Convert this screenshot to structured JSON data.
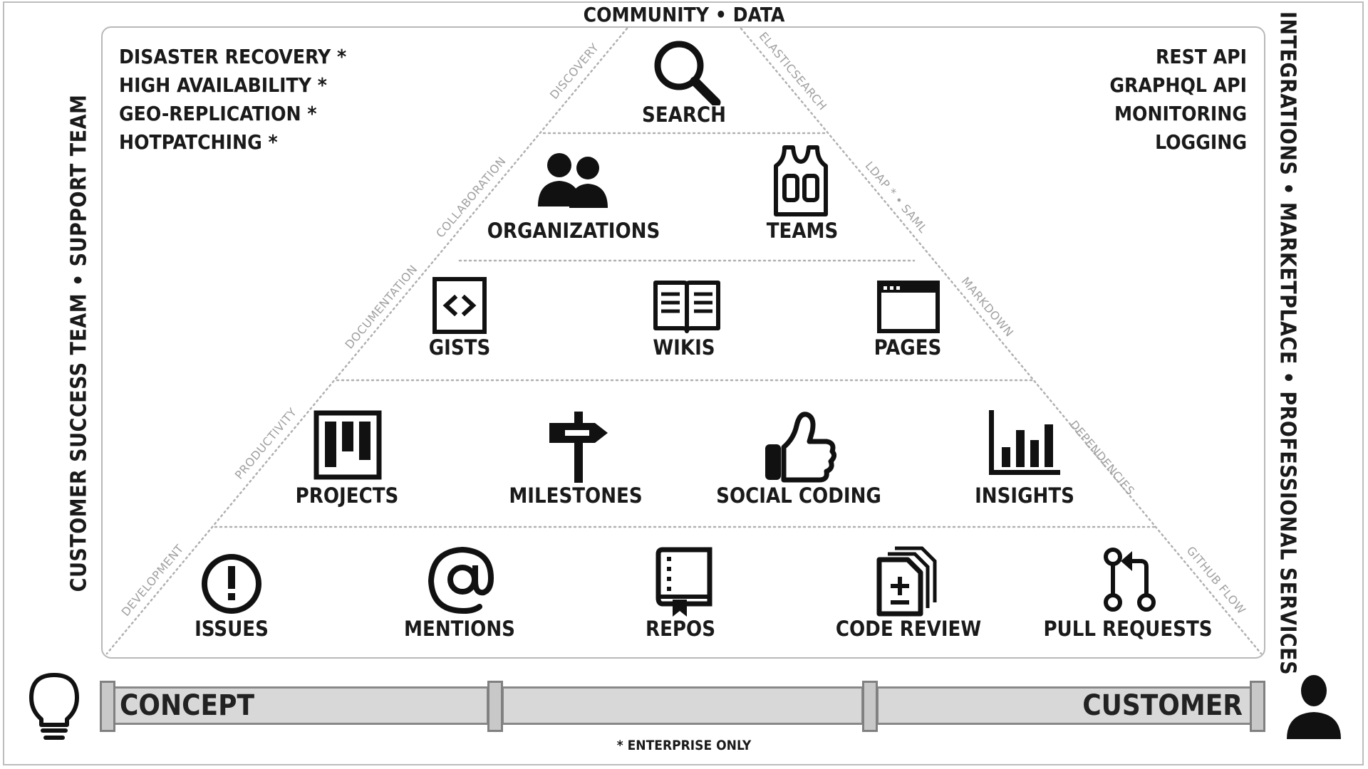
{
  "title": {
    "left": "COMMUNITY",
    "separator": "•",
    "right": "DATA"
  },
  "enterprise_features": [
    "DISASTER RECOVERY *",
    "HIGH AVAILABILITY *",
    "GEO-REPLICATION *",
    "HOTPATCHING *"
  ],
  "integrations": [
    "REST API",
    "GRAPHQL API",
    "MONITORING",
    "LOGGING"
  ],
  "left_side_label": "CUSTOMER SUCCESS TEAM • SUPPORT TEAM",
  "right_side_label": "INTEGRATIONS • MARKETPLACE • PROFESSIONAL SERVICES",
  "left_edge_labels": [
    "DISCOVERY",
    "COLLABORATION",
    "DOCUMENTATION",
    "PRODUCTIVITY",
    "DEVELOPMENT"
  ],
  "right_edge_labels": [
    "ELASTICSEARCH",
    "LDAP * • SAML",
    "MARKDOWN",
    "DEPENDENCIES",
    "GITHUB FLOW"
  ],
  "tiers": [
    {
      "items": [
        {
          "label": "SEARCH",
          "icon": "search-icon"
        }
      ]
    },
    {
      "items": [
        {
          "label": "ORGANIZATIONS",
          "icon": "people-icon"
        },
        {
          "label": "TEAMS",
          "icon": "jersey-icon"
        }
      ]
    },
    {
      "items": [
        {
          "label": "GISTS",
          "icon": "code-icon"
        },
        {
          "label": "WIKIS",
          "icon": "book-icon"
        },
        {
          "label": "PAGES",
          "icon": "browser-icon"
        }
      ]
    },
    {
      "items": [
        {
          "label": "PROJECTS",
          "icon": "project-board-icon"
        },
        {
          "label": "MILESTONES",
          "icon": "signpost-icon"
        },
        {
          "label": "SOCIAL CODING",
          "icon": "thumbs-up-icon"
        },
        {
          "label": "INSIGHTS",
          "icon": "bar-graph-icon"
        }
      ]
    },
    {
      "items": [
        {
          "label": "ISSUES",
          "icon": "issue-icon"
        },
        {
          "label": "MENTIONS",
          "icon": "at-sign-icon"
        },
        {
          "label": "REPOS",
          "icon": "repo-icon"
        },
        {
          "label": "CODE REVIEW",
          "icon": "diff-icon"
        },
        {
          "label": "PULL REQUESTS",
          "icon": "pull-request-icon"
        }
      ]
    }
  ],
  "timeline": {
    "start": "CONCEPT",
    "end": "CUSTOMER",
    "start_icon": "lightbulb-icon",
    "end_icon": "person-icon"
  },
  "footnote": "* ENTERPRISE ONLY",
  "colors": {
    "text": "#1a1a1a",
    "edge_label": "#a0a0a0",
    "dotted_line": "#b0b0b0",
    "bar_fill": "#d8d8d8",
    "bar_border": "#888888"
  }
}
